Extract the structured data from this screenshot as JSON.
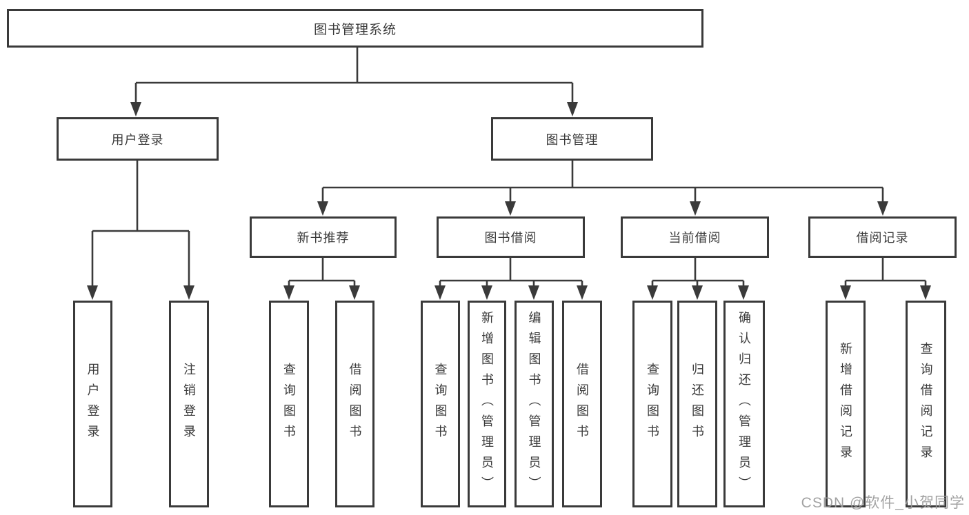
{
  "tree": {
    "root": {
      "label": "图书管理系统",
      "children": [
        {
          "label": "用户登录",
          "children": [
            {
              "label": "用户登录"
            },
            {
              "label": "注销登录"
            }
          ]
        },
        {
          "label": "图书管理",
          "children": [
            {
              "label": "新书推荐",
              "children": [
                {
                  "label": "查询图书"
                },
                {
                  "label": "借阅图书"
                }
              ]
            },
            {
              "label": "图书借阅",
              "children": [
                {
                  "label": "查询图书"
                },
                {
                  "label": "新增图书（管理员）"
                },
                {
                  "label": "编辑图书（管理员）"
                },
                {
                  "label": "借阅图书"
                }
              ]
            },
            {
              "label": "当前借阅",
              "children": [
                {
                  "label": "查询图书"
                },
                {
                  "label": "归还图书"
                },
                {
                  "label": "确认归还（管理员）"
                }
              ]
            },
            {
              "label": "借阅记录",
              "children": [
                {
                  "label": "新增借阅记录"
                },
                {
                  "label": "查询借阅记录"
                }
              ]
            }
          ]
        }
      ]
    }
  },
  "watermark": {
    "text": "CSDN @软件_小贺同学"
  },
  "colors": {
    "line": "#3a3a3a",
    "box_border": "#3a3a3a",
    "text": "#3a3a3a",
    "watermark": "#9b9b9b",
    "background": "#ffffff"
  }
}
